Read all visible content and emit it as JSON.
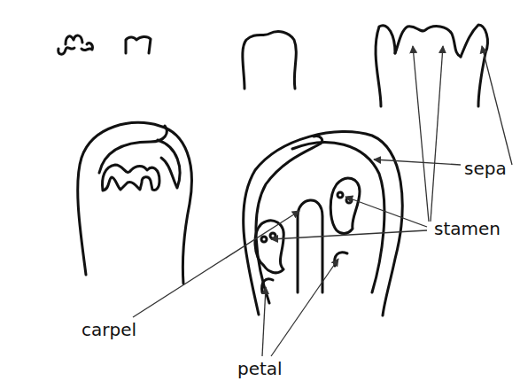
{
  "diagram": {
    "labels": [
      "sepa",
      "stamen",
      "carpel",
      "petal"
    ]
  }
}
